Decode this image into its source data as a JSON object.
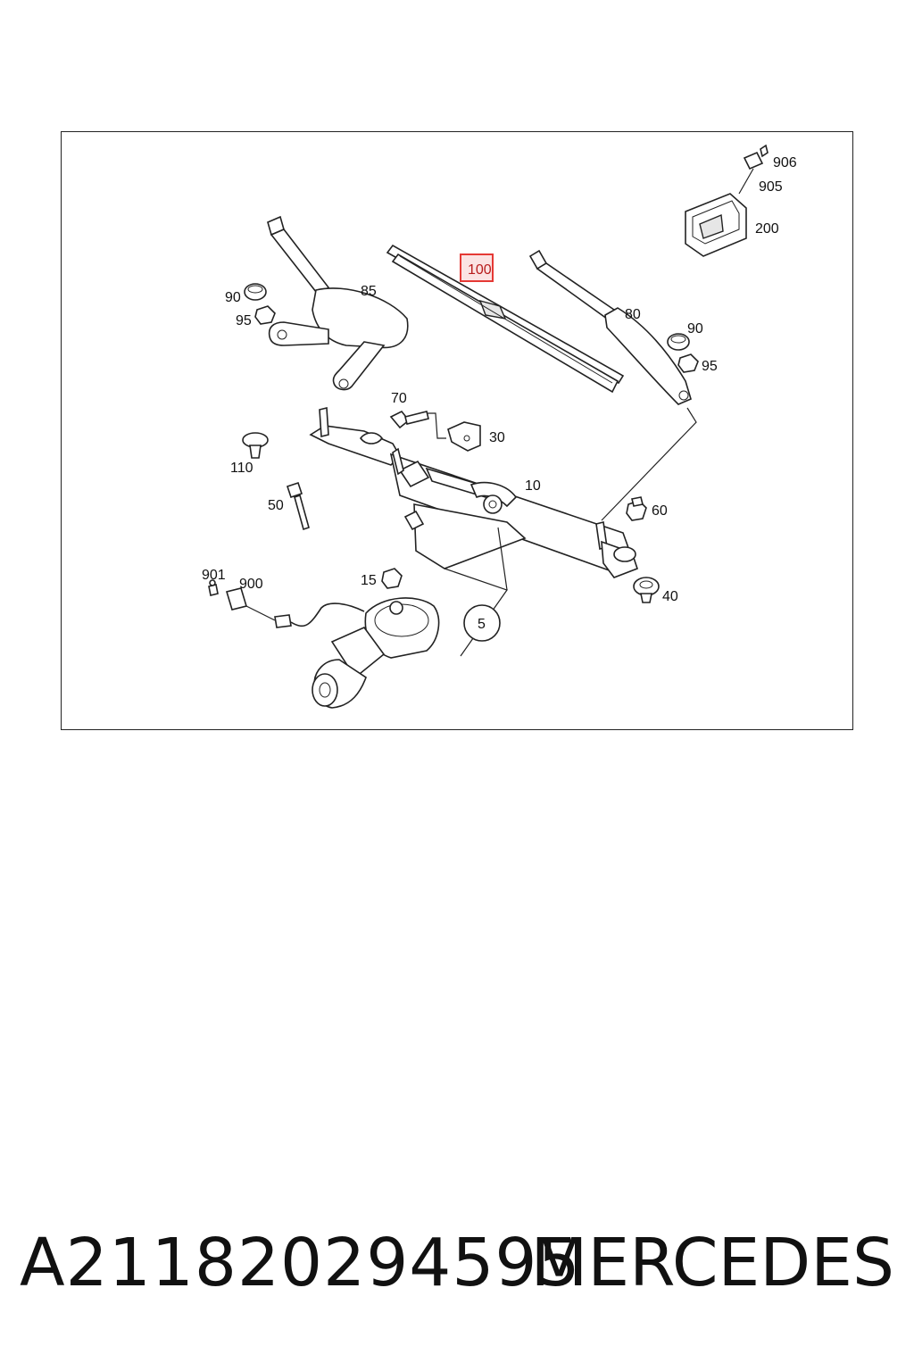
{
  "diagram": {
    "highlight_color": "#e53935",
    "part_labels": {
      "p906": "906",
      "p905": "905",
      "p200": "200",
      "p100": "100",
      "p90a": "90",
      "p95a": "95",
      "p85": "85",
      "p80": "80",
      "p90b": "90",
      "p95b": "95",
      "p70": "70",
      "p30": "30",
      "p110": "110",
      "p10": "10",
      "p50": "50",
      "p60": "60",
      "p901": "901",
      "p900": "900",
      "p15": "15",
      "p40": "40",
      "p5": "5"
    }
  },
  "footer": {
    "part_number": "A211820294595",
    "brand": "MERCEDES"
  }
}
